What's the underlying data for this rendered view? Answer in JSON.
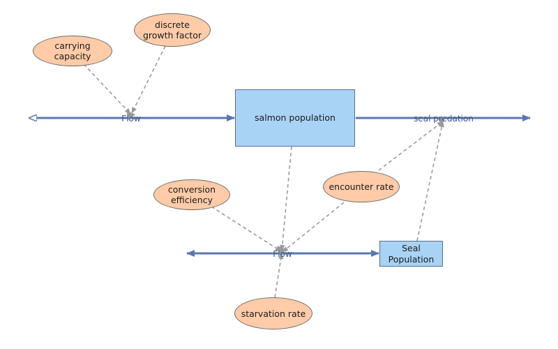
{
  "stocks": {
    "salmon": "salmon population",
    "seal": "Seal Population"
  },
  "flows": {
    "salmon_inflow": "Flow",
    "seal_predation": "seal predation",
    "seal_inflow": "Flow"
  },
  "variables": {
    "carrying_capacity": "carrying capacity",
    "discrete_growth_factor": "discrete growth factor",
    "conversion_efficiency": "conversion efficiency",
    "encounter_rate": "encounter rate",
    "starvation_rate": "starvation rate"
  },
  "colors": {
    "flow": "#5b77b3",
    "link": "#9a9a9a",
    "stock_fill": "#a9d3f5",
    "variable_fill": "#ffcba8"
  }
}
